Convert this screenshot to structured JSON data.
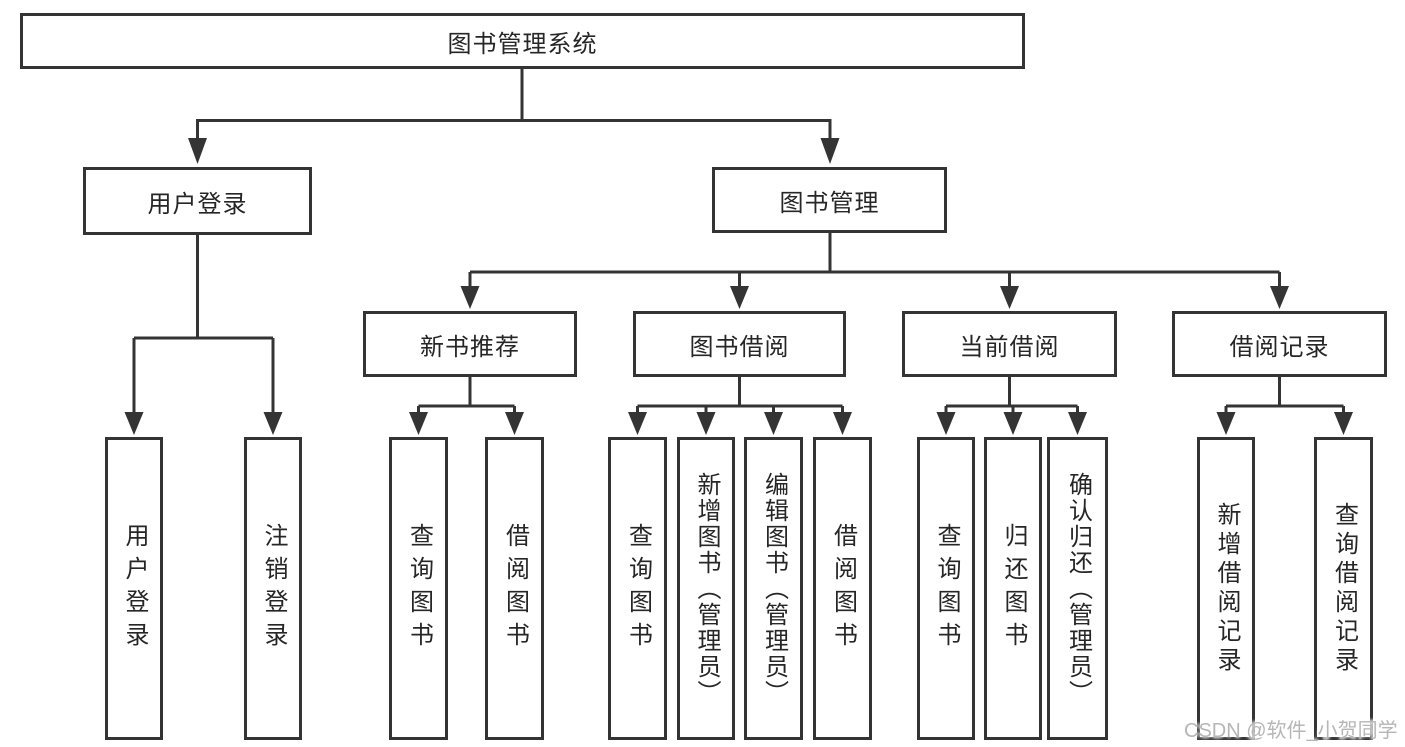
{
  "root": {
    "label": "图书管理系统"
  },
  "level2": {
    "user_login": "用户登录",
    "book_mgmt": "图书管理"
  },
  "user_children": [
    "用户登录",
    "注销登录"
  ],
  "modules": [
    {
      "label": "新书推荐",
      "children": [
        "查询图书",
        "借阅图书"
      ]
    },
    {
      "label": "图书借阅",
      "children": [
        "查询图书",
        "新增图书（管理员）",
        "编辑图书（管理员）",
        "借阅图书"
      ]
    },
    {
      "label": "当前借阅",
      "children": [
        "查询图书",
        "归还图书",
        "确认归还（管理员）"
      ]
    },
    {
      "label": "借阅记录",
      "children": [
        "新增借阅记录",
        "查询借阅记录"
      ]
    }
  ],
  "watermark": "CSDN @软件_小贺同学",
  "colors": {
    "line": "#343434",
    "text": "#262626",
    "watermark_text": "#b6b6b6",
    "background": "#ffffff"
  }
}
